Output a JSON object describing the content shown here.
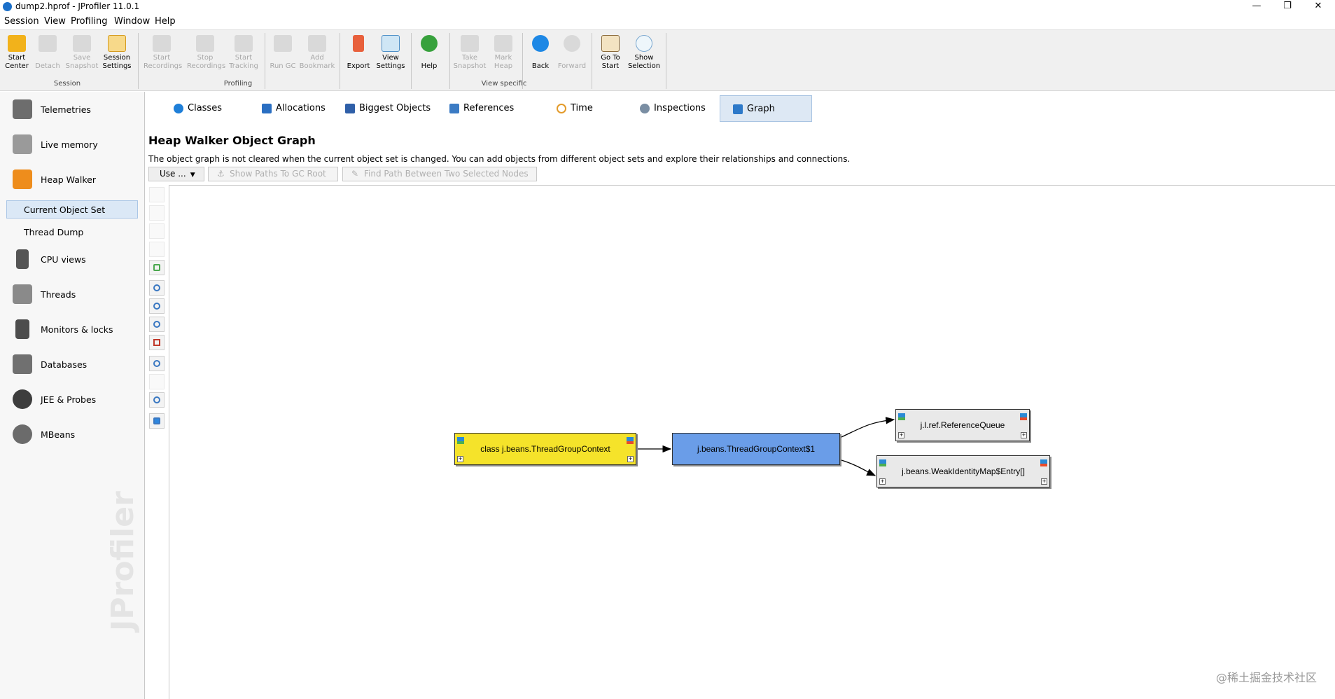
{
  "window": {
    "title": "dump2.hprof - JProfiler 11.0.1",
    "min": "—",
    "restore": "❐",
    "close": "✕"
  },
  "menu": [
    "Session",
    "View",
    "Profiling",
    "Window",
    "Help"
  ],
  "toolbar": {
    "groups": {
      "session": "Session",
      "profiling": "Profiling",
      "view_specific": "View specific"
    },
    "start_center": [
      "Start",
      "Center"
    ],
    "detach": [
      "",
      "Detach"
    ],
    "save_snapshot": [
      "Save",
      "Snapshot"
    ],
    "session_settings": [
      "Session",
      "Settings"
    ],
    "start_recordings": [
      "Start",
      "Recordings"
    ],
    "stop_recordings": [
      "Stop",
      "Recordings"
    ],
    "start_tracking": [
      "Start",
      "Tracking"
    ],
    "run_gc": [
      "",
      "Run GC"
    ],
    "add_bookmark": [
      "Add",
      "Bookmark"
    ],
    "export": [
      "",
      "Export"
    ],
    "view_settings": [
      "View",
      "Settings"
    ],
    "help": [
      "",
      "Help"
    ],
    "take_snapshot": [
      "Take",
      "Snapshot"
    ],
    "mark_heap": [
      "Mark",
      "Heap"
    ],
    "back": [
      "",
      "Back"
    ],
    "forward": [
      "",
      "Forward"
    ],
    "go_to_start": [
      "Go To",
      "Start"
    ],
    "show_selection": [
      "Show",
      "Selection"
    ]
  },
  "sidebar": {
    "items": [
      "Telemetries",
      "Live memory",
      "Heap Walker",
      "CPU views",
      "Threads",
      "Monitors & locks",
      "Databases",
      "JEE & Probes",
      "MBeans"
    ],
    "subitems": [
      "Current Object Set",
      "Thread Dump"
    ],
    "watermark": "JProfiler"
  },
  "tabs": [
    "Classes",
    "Allocations",
    "Biggest Objects",
    "References",
    "Time",
    "Inspections",
    "Graph"
  ],
  "view": {
    "heading": "Heap Walker Object Graph",
    "description": "The object graph is not cleared when the current object set is changed. You can add objects from different object sets and explore their relationships and connections.",
    "use_button": "Use ...",
    "show_paths": "Show Paths To GC Root",
    "find_path": "Find Path Between Two Selected Nodes"
  },
  "graph": {
    "nodes": {
      "class_node": "class j.beans.ThreadGroupContext",
      "instance_node": "j.beans.ThreadGroupContext$1",
      "ref_queue": "j.l.ref.ReferenceQueue",
      "weak_map": "j.beans.WeakIdentityMap$Entry[]"
    },
    "plus": "+"
  },
  "colors": {
    "class_node": "#f5e32a",
    "instance_node": "#6a9de8",
    "plain_node": "#e9e9e9",
    "selected_tab": "#dde8f4"
  },
  "watermark": "@稀土掘金技术社区"
}
